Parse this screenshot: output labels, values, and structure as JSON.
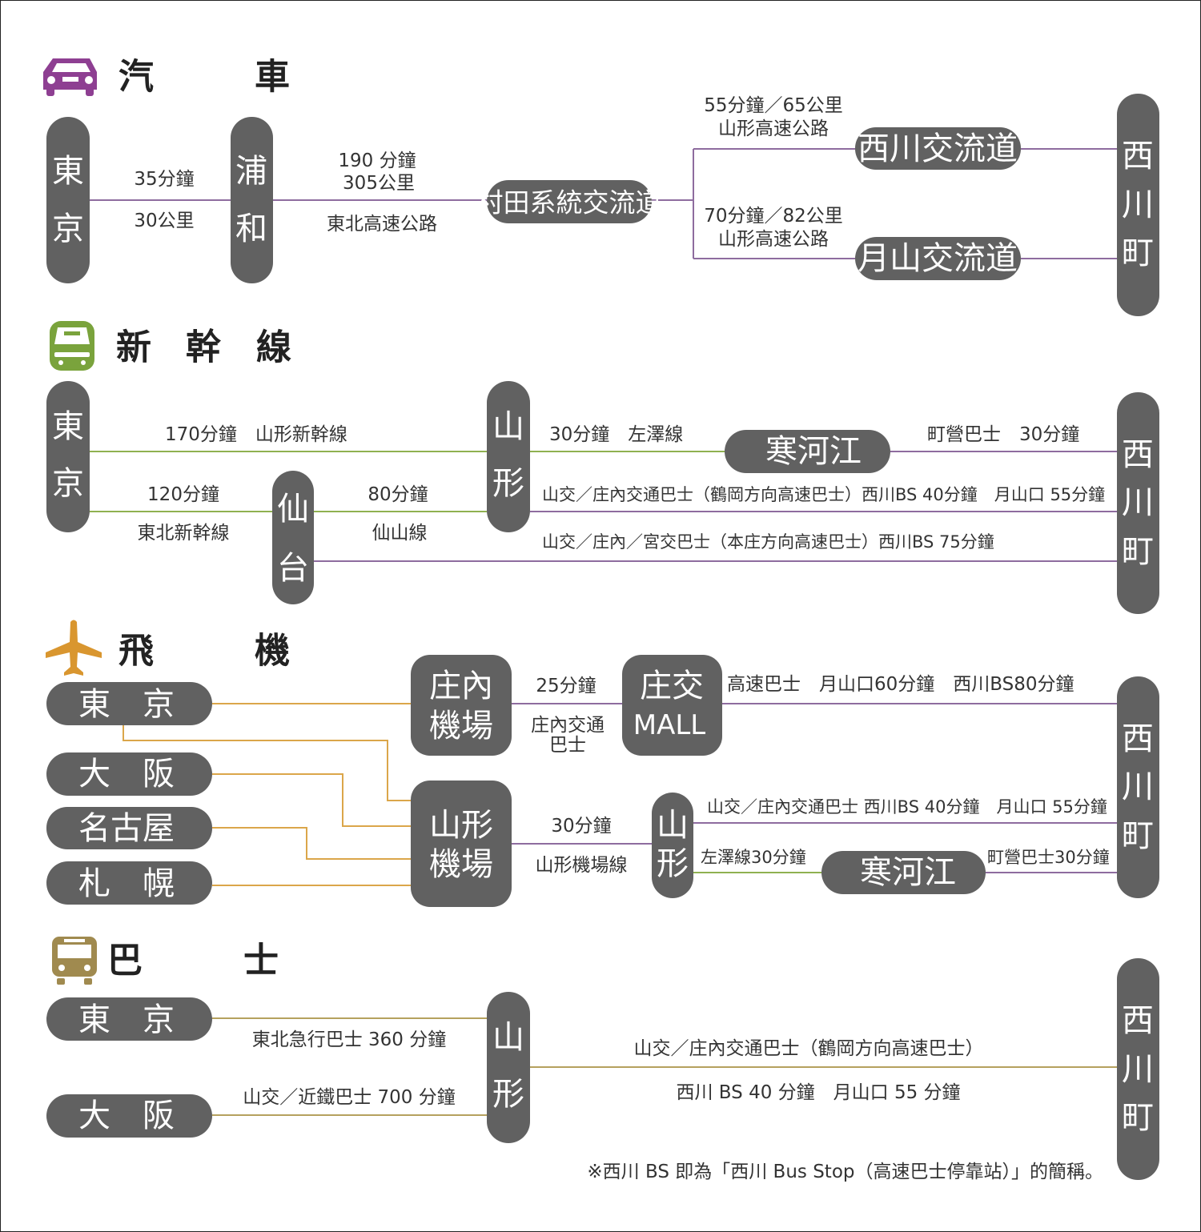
{
  "colors": {
    "node": "#616161",
    "car": "#8e3f92",
    "shinkansen": "#7aa33c",
    "plane": "#d9962f",
    "bus": "#a08a4f"
  },
  "sections": {
    "car": {
      "icon": "car-icon",
      "title_left": "汽",
      "title_right": "車",
      "nodes": {
        "tokyo": [
          "東",
          "京"
        ],
        "urawa": [
          "浦",
          "和"
        ],
        "murata": "村田系統交流道",
        "nishikawa_ic": "西川交流道",
        "gassan_ic": "月山交流道",
        "nishikawa": [
          "西",
          "川",
          "町"
        ]
      },
      "labels": {
        "tokyo_urawa_time": "35分鐘",
        "tokyo_urawa_dist": "30公里",
        "urawa_murata_time": "190 分鐘",
        "urawa_murata_dist": "305公里",
        "urawa_murata_road": "東北高速公路",
        "murata_nishikawa_line1": "55分鐘／65公里",
        "murata_nishikawa_line2": "山形高速公路",
        "murata_gassan_line1": "70分鐘／82公里",
        "murata_gassan_line2": "山形高速公路"
      }
    },
    "shinkansen": {
      "icon": "train-icon",
      "title": [
        "新",
        "幹",
        "線"
      ],
      "nodes": {
        "tokyo": [
          "東",
          "京"
        ],
        "sendai": [
          "仙",
          "台"
        ],
        "yamagata": [
          "山",
          "形"
        ],
        "sagae": "寒河江",
        "nishikawa": [
          "西",
          "川",
          "町"
        ]
      },
      "labels": {
        "tokyo_yamagata": "170分鐘　山形新幹線",
        "tokyo_sendai_time": "120分鐘",
        "tokyo_sendai_line": "東北新幹線",
        "sendai_yamagata_time": "80分鐘",
        "sendai_yamagata_line": "仙山線",
        "yamagata_sagae": "30分鐘　左澤線",
        "sagae_nishikawa": "町營巴士　30分鐘",
        "yamagata_nishikawa": "山交／庄內交通巴士（鶴岡方向高速巴士）西川BS 40分鐘　月山口 55分鐘",
        "sendai_nishikawa": "山交／庄內／宮交巴士（本庄方向高速巴士）西川BS 75分鐘"
      }
    },
    "plane": {
      "icon": "airplane-icon",
      "title_left": "飛",
      "title_right": "機",
      "origins": [
        "東　京",
        "大　阪",
        "名古屋",
        "札　幌"
      ],
      "nodes": {
        "shonai_airport": [
          "庄內",
          "機場"
        ],
        "shoko_mall": [
          "庄交",
          "MALL"
        ],
        "yamagata_airport": [
          "山形",
          "機場"
        ],
        "yamagata": [
          "山",
          "形"
        ],
        "sagae": "寒河江",
        "nishikawa": [
          "西",
          "川",
          "町"
        ]
      },
      "labels": {
        "shonai_mall_time": "25分鐘",
        "shonai_mall_bus": [
          "庄內交通",
          "巴士"
        ],
        "mall_nishikawa": "高速巴士　月山口60分鐘　西川BS80分鐘",
        "airport_yamagata_time": "30分鐘",
        "airport_yamagata_line": "山形機場線",
        "yamagata_nishikawa": "山交／庄內交通巴士 西川BS 40分鐘　月山口 55分鐘",
        "yamagata_sagae": "左澤線30分鐘",
        "sagae_nishikawa": "町營巴士30分鐘"
      }
    },
    "bus": {
      "icon": "bus-icon",
      "title_left": "巴",
      "title_right": "士",
      "origins": [
        "東　京",
        "大　阪"
      ],
      "nodes": {
        "yamagata": [
          "山",
          "形"
        ],
        "nishikawa": [
          "西",
          "川",
          "町"
        ]
      },
      "labels": {
        "tokyo_yamagata": "東北急行巴士 360 分鐘",
        "osaka_yamagata": "山交／近鐵巴士 700 分鐘",
        "yamagata_nishikawa_line1": "山交／庄內交通巴士（鶴岡方向高速巴士）",
        "yamagata_nishikawa_line2": "西川 BS 40 分鐘　月山口 55 分鐘"
      }
    }
  },
  "footnote": "※西川 BS 即為「西川 Bus Stop（高速巴士停靠站）」的簡稱。"
}
